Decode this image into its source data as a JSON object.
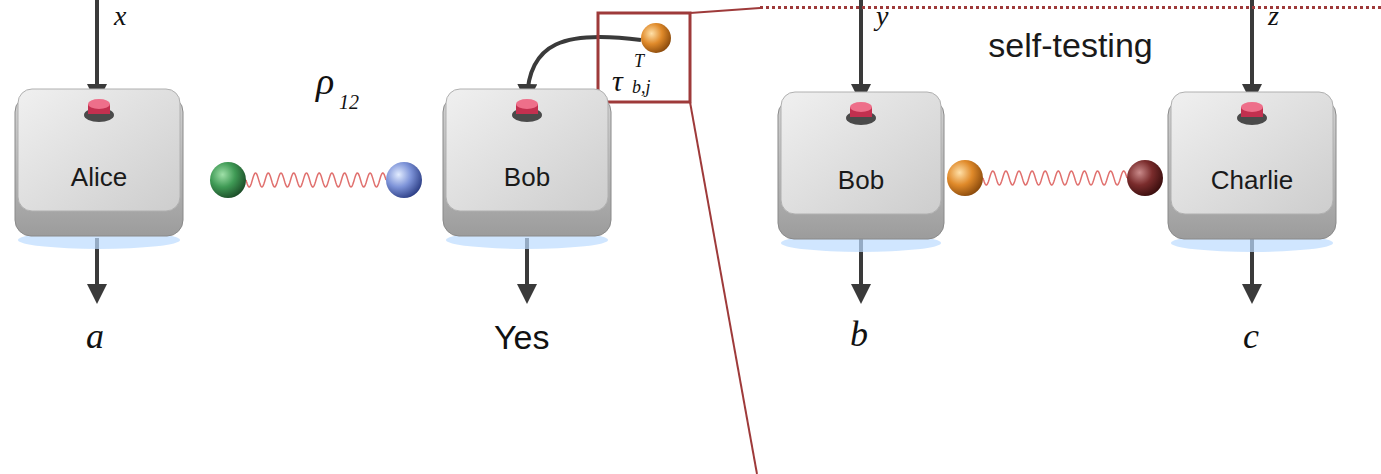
{
  "diagram": {
    "nodes": [
      {
        "text": [
          "Alice"
        ]
      },
      {
        "text": [
          "Bob"
        ]
      },
      {
        "text": [
          "self-testing"
        ]
      },
      {
        "text": [
          "Bob"
        ],
        "in": 2
      },
      {
        "text": [
          "Charlie"
        ],
        "in": 2
      }
    ],
    "labels": [
      "x",
      "a",
      "ρ",
      "12",
      "τ",
      "T",
      "b,j",
      "Yes",
      "y",
      "b",
      "z",
      "c"
    ]
  }
}
